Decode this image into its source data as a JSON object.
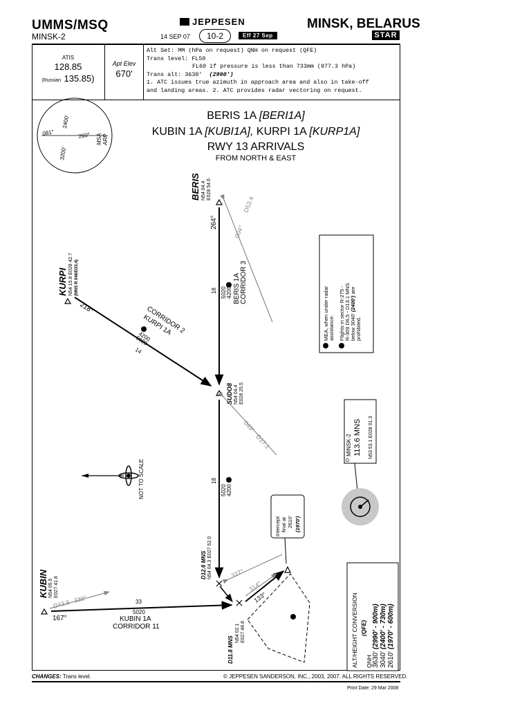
{
  "header": {
    "icao_iata": "UMMS/MSQ",
    "airport_name": "MINSK-2",
    "publisher": "JEPPESEN",
    "chart_date": "14 SEP 07",
    "chart_number": "10-2",
    "effective": "Eff 27 Sep",
    "city": "MINSK, BELARUS",
    "chart_type": "STAR"
  },
  "info": {
    "atis_label": "ATIS",
    "atis_freq": "128.85",
    "atis_russian_label": "(Russian",
    "atis_russian_freq": "135.85)",
    "elev_label": "Apt Elev",
    "elev_value": "670'",
    "line1": "Alt Set: MM (hPa on request)   QNH on request   (QFE)",
    "line2": "Trans level: FL50",
    "line3": "FL60 if pressure is less than 733mm (977.3 hPa)",
    "line4a": "Trans alt: 3630'",
    "line4b": "(2990')",
    "line5": "1. ATC issues true azimuth in approach area and also in take-off",
    "line6": "and landing areas.  2. ATC provides radar vectoring on request."
  },
  "map": {
    "title1": "BERIS 1A",
    "title1_code": "[BERI1A]",
    "title2a": "KUBIN 1A",
    "title2a_code": "[KUBI1A],",
    "title2b": "KURPI 1A",
    "title2b_code": "[KURP1A]",
    "title3": "RWY 13 ARRIVALS",
    "title4": "FROM NORTH & EAST",
    "msa": {
      "top": "2400'",
      "left_bearing": "081°",
      "right_bearing": "260°",
      "bottom": "3200'",
      "label": "MSA",
      "ref": "ARP"
    },
    "fixes": {
      "beris_name": "BERIS",
      "beris_lat": "N54 04.4",
      "beris_lon": "E028 54.6",
      "kurpi_name": "KURPI",
      "kurpi_coord": "N54 15.8 E028 42.7",
      "kurpi_radial": "(MNS R 048/D33.4)",
      "sudo_name": "SUDO8",
      "sudo_lat": "N54 04.4",
      "sudo_lon": "E028 25.5",
      "kubin_name": "KUBIN",
      "kubin_lat": "N54 05.5",
      "kubin_lon": "E027 41.8",
      "d126_name": "D12.6 MNS",
      "d126_coord": "N54 04.3 E027 52.0",
      "d118_name": "D11.8 MNS",
      "d118_lat": "N54 02.1",
      "d118_lon": "E027 48.8"
    },
    "legs": {
      "beris_course": "264°",
      "beris_radial": "004°",
      "beris_dme": "D53.4",
      "beris_dist": "18",
      "beris_alt1": "5020",
      "beris_alt2": "4200",
      "beris_proc": "BERIS 1A",
      "beris_corr": "CORRIDOR 3",
      "kurpi_course": "218°",
      "kurpi_dist": "14",
      "kurpi_alt1": "5020",
      "kurpi_alt2": "4200",
      "kurpi_proc": "KURPI 1A",
      "kurpi_corr": "CORRIDOR 2",
      "sudo_radial": "043°",
      "sudo_dme": "D17.1",
      "sudo_dist": "18",
      "sudo_alt1": "5020",
      "sudo_alt2": "4200",
      "kubin_radial_dme": "D43.8",
      "kubin_radial": "339°",
      "kubin_course": "167°",
      "kubin_dist": "33",
      "kubin_alt": "5020",
      "kubin_proc": "KUBIN 1A",
      "kubin_corr": "CORRIDOR 11",
      "d126_radial": "327°",
      "d118_radial": "314°",
      "d118_course": "133°"
    },
    "intercept": {
      "l1": "Intercept",
      "l2": "final at",
      "l3": "2610'",
      "l4": "(1970')"
    },
    "navaid": {
      "name": "MINSK-2",
      "freq": "113.6 MNS",
      "ident": "D",
      "coord": "N53 53.1 E028 01.3"
    },
    "notes": {
      "n1": "MEA, when under radar",
      "n1b": "assistance.",
      "n2": "Flights in sector R-275 -",
      "n2b": "R-309 D6.5 - D13.1 MNS",
      "n2c": "below 3040'",
      "n2d": "(2400')",
      "n2e": "are",
      "n2f": "prohibited."
    },
    "not_to_scale": "NOT TO SCALE",
    "conversion": {
      "title": "ALT/HEIGHT CONVERSION",
      "qfe": "(QFE)",
      "qnh": "QNH",
      "r1a": "3630'",
      "r1b": "(2990' - 900m)",
      "r2a": "3040'",
      "r2b": "(2400' - 730m)",
      "r3a": "2610'",
      "r3b": "(1970' - 600m)"
    }
  },
  "footer": {
    "changes_label": "CHANGES:",
    "changes": "Trans level.",
    "copyright": "© JEPPESEN SANDERSON, INC., 2003, 2007. ALL RIGHTS RESERVED.",
    "print_date": "Print Date: 29 Mar 2008"
  }
}
